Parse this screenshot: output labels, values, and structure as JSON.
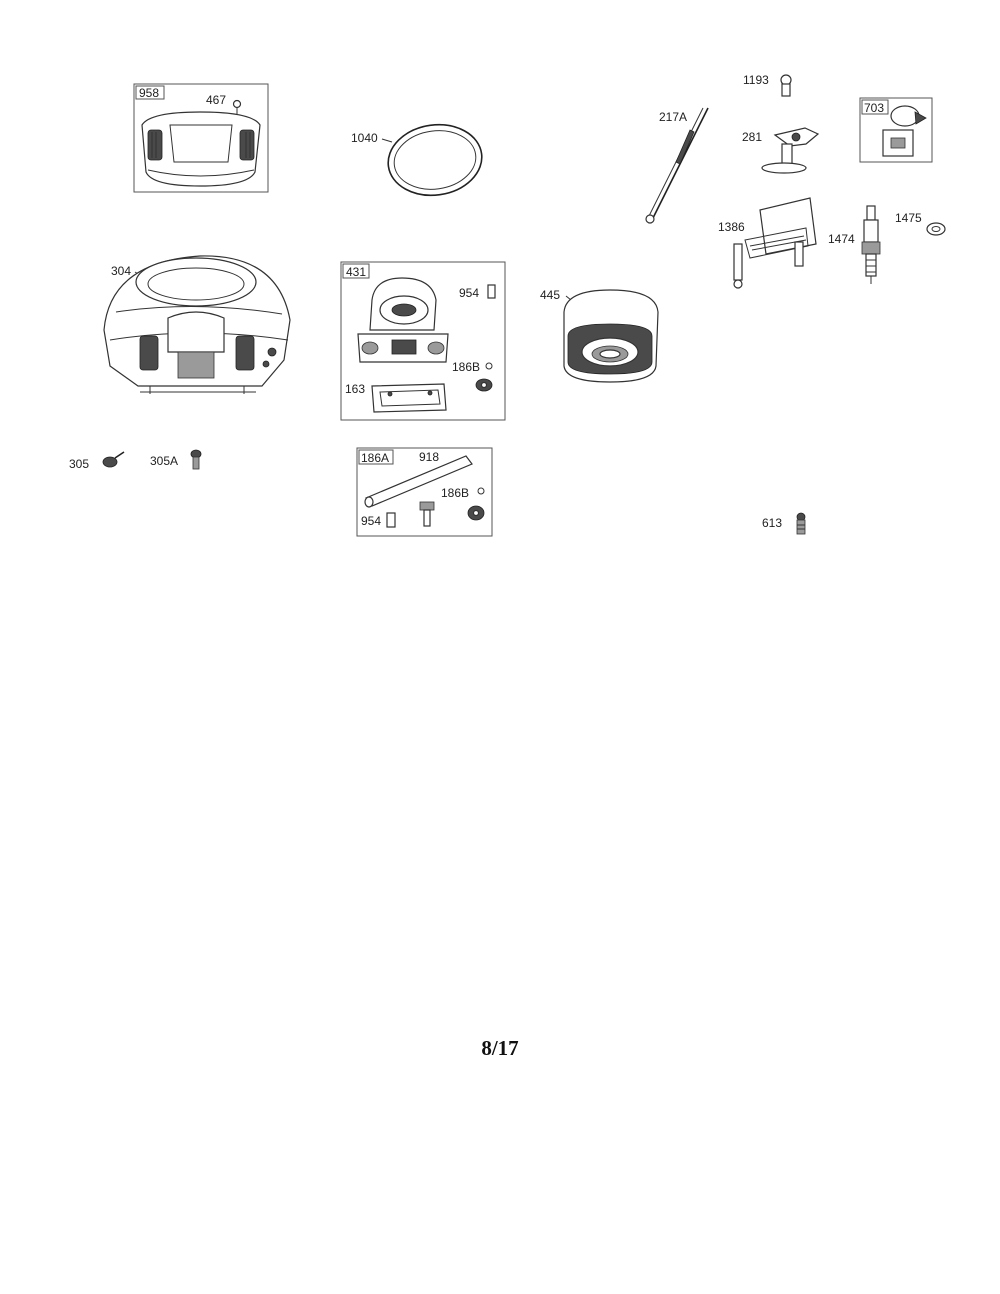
{
  "labels": {
    "p958": "958",
    "p467": "467",
    "p1040": "1040",
    "p217a": "217A",
    "p1193": "1193",
    "p281": "281",
    "p703": "703",
    "p1386": "1386",
    "p1474": "1474",
    "p1475": "1475",
    "p304": "304",
    "p431": "431",
    "p954a": "954",
    "p186ba": "186B",
    "p163": "163",
    "p445": "445",
    "p305": "305",
    "p305a": "305A",
    "p186a": "186A",
    "p918": "918",
    "p186bb": "186B",
    "p954b": "954",
    "p613": "613"
  },
  "footer": {
    "page_number": "8/17"
  }
}
